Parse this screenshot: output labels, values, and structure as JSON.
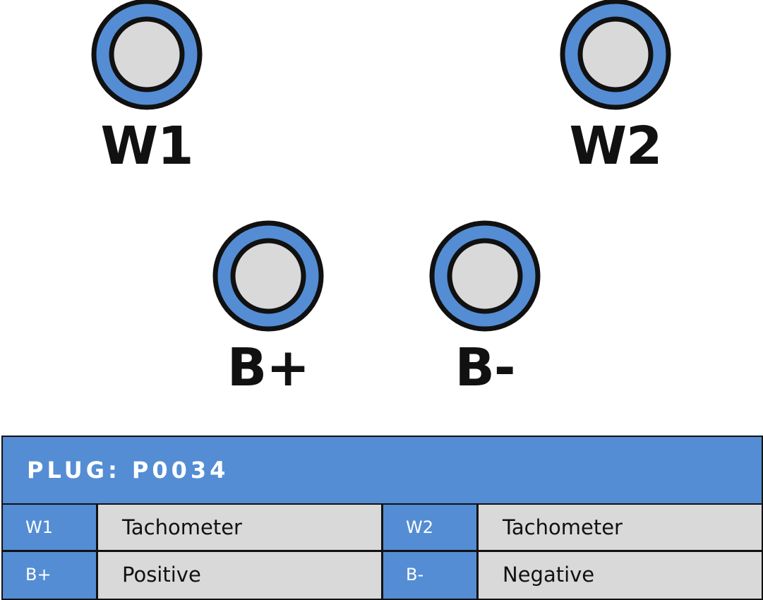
{
  "pins": [
    {
      "id": "W1",
      "label": "W1"
    },
    {
      "id": "W2",
      "label": "W2"
    },
    {
      "id": "B+",
      "label": "B+"
    },
    {
      "id": "B-",
      "label": "B-"
    }
  ],
  "legend": {
    "title": "PLUG: P0034",
    "rows": [
      [
        {
          "pin": "W1",
          "description": "Tachometer"
        },
        {
          "pin": "W2",
          "description": "Tachometer"
        }
      ],
      [
        {
          "pin": "B+",
          "description": "Positive"
        },
        {
          "pin": "B-",
          "description": "Negative"
        }
      ]
    ]
  },
  "colors": {
    "accent_blue": "#548dd4",
    "contact_gray": "#d9d9d9",
    "outline": "#111111"
  }
}
